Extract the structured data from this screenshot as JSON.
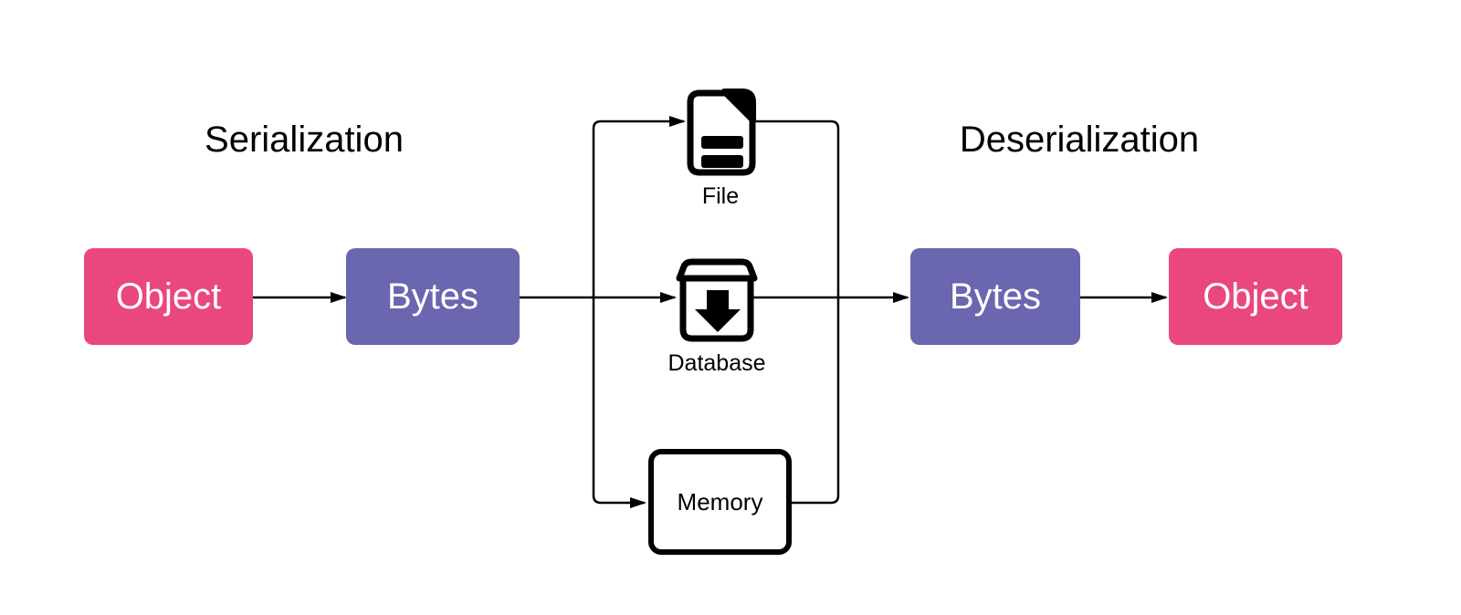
{
  "diagram": {
    "titles": {
      "serialization": "Serialization",
      "deserialization": "Deserialization"
    },
    "nodes": {
      "object_left": "Object",
      "bytes_left": "Bytes",
      "file": "File",
      "database": "Database",
      "memory": "Memory",
      "bytes_right": "Bytes",
      "object_right": "Object"
    },
    "icons": {
      "file": "file-document-icon",
      "database": "database-archive-download-icon"
    },
    "colors": {
      "object_box": "#E9477E",
      "bytes_box": "#6A66AF",
      "line": "#000000",
      "box_text": "#FFFFFF",
      "background": "#FFFFFF"
    }
  }
}
